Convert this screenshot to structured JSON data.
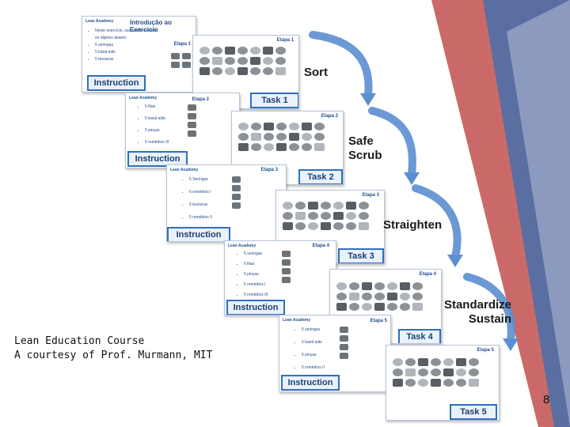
{
  "steps": {
    "sort": "Sort",
    "safe": "Safe",
    "scrub": "Scrub",
    "straighten": "Straighten",
    "standardize": "Standardize",
    "sustain": "Sustain"
  },
  "slides": {
    "s1": {
      "logo": "Lean Academy",
      "title": "Introdução ao Exercício",
      "etapa": "Etapa 1",
      "b1": "Neste exercício, sua tarefa é reunir os objetos abaixo:",
      "b2": "5 seringas",
      "b3": "5 band aids",
      "b4": "5 tesouras",
      "tag": "Instruction"
    },
    "t1": {
      "etapa": "Etapa 1",
      "tag": "Task 1"
    },
    "s2": {
      "logo": "Lean Academy",
      "etapa": "Etapa 2",
      "b1": "5 fitas",
      "b2": "5 band aids",
      "b3": "5 pinças",
      "b4": "5 remédios III",
      "tag": "Instruction"
    },
    "t2": {
      "etapa": "Etapa 2",
      "tag": "Task 2"
    },
    "s3": {
      "logo": "Lean Academy",
      "etapa": "Etapa 3",
      "b1": "5 Seringas",
      "b2": "6 remédios I",
      "b3": "5 tesouras",
      "b4": "5 remédios II",
      "tag": "Instruction"
    },
    "t3": {
      "etapa": "Etapa 3",
      "tag": "Task 3"
    },
    "s4": {
      "logo": "Lean Academy",
      "etapa": "Etapa 4",
      "b1": "5 seringas",
      "b2": "5 fitas",
      "b3": "5 pinças",
      "b4": "5 remédios I",
      "b5": "5 remédios III",
      "tag": "Instruction"
    },
    "t4": {
      "etapa": "Etapa 4",
      "tag": "Task 4"
    },
    "s5": {
      "logo": "Lean Academy",
      "etapa": "Etapa 5",
      "b1": "5 seringas",
      "b2": "5 band aids",
      "b3": "5 pinças",
      "b4": "5 remédios II",
      "tag": "Instruction"
    },
    "t5": {
      "etapa": "Etapa 5",
      "tag": "Task 5"
    }
  },
  "credit": {
    "line1": "Lean Education Course",
    "line2": "A courtesy of Prof. Murmann, MIT"
  },
  "page_number": "8",
  "colors": {
    "accent_red": "#c0504d",
    "accent_blue": "#4f7fbf",
    "arrow": "#5b8fd0"
  }
}
